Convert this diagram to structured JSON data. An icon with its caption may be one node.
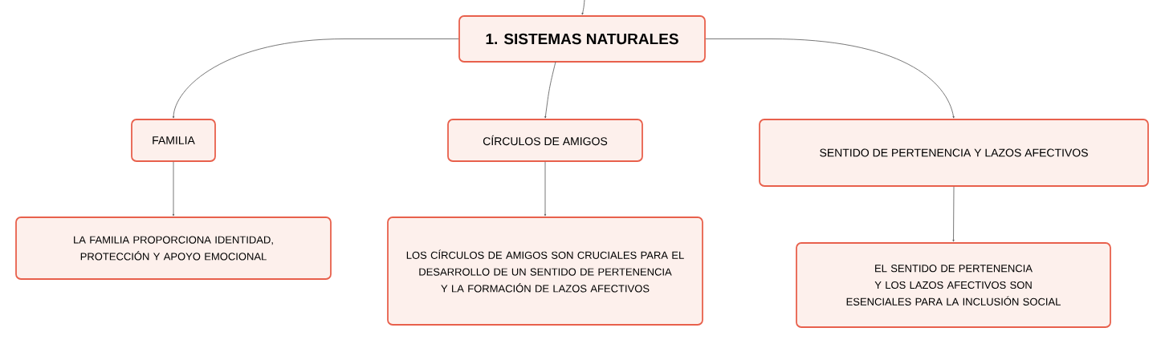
{
  "diagram": {
    "nodes": [
      {
        "text": [
          "1. SISTEMAS NATURALES"
        ]
      },
      {
        "text": [
          "FAMILIA"
        ]
      },
      {
        "text": [
          "CÍRCULOS DE AMIGOS"
        ]
      },
      {
        "text": [
          "SENTIDO DE PERTENENCIA Y LAZOS AFECTIVOS"
        ]
      },
      {
        "text": [
          "LA FAMILIA PROPORCIONA IDENTIDAD, PROTECCIÓN Y APOYO EMOCIONAL"
        ]
      },
      {
        "text": [
          "LOS CÍRCULOS DE AMIGOS SON CRUCIALES PARA EL DESARROLLO DE UN SENTIDO DE PERTENENCIA Y LA FORMACIÓN DE LAZOS AFECTIVOS"
        ]
      },
      {
        "text": [
          "EL SENTIDO DE PERTENENCIA Y LOS LAZOS AFECTIVOS SON ESENCIALES PARA LA INCLUSIÓN SOCIAL"
        ]
      }
    ],
    "edges": [
      {
        "from": null,
        "to": 0,
        "arrow": "to"
      },
      {
        "from": 0,
        "to": 1,
        "arrow": "to"
      },
      {
        "from": 0,
        "to": 2,
        "arrow": "to"
      },
      {
        "from": 0,
        "to": 3,
        "arrow": "to"
      },
      {
        "from": 1,
        "to": 4,
        "arrow": "to"
      },
      {
        "from": 2,
        "to": 5,
        "arrow": "to"
      },
      {
        "from": 3,
        "to": 6,
        "arrow": "to"
      }
    ]
  }
}
